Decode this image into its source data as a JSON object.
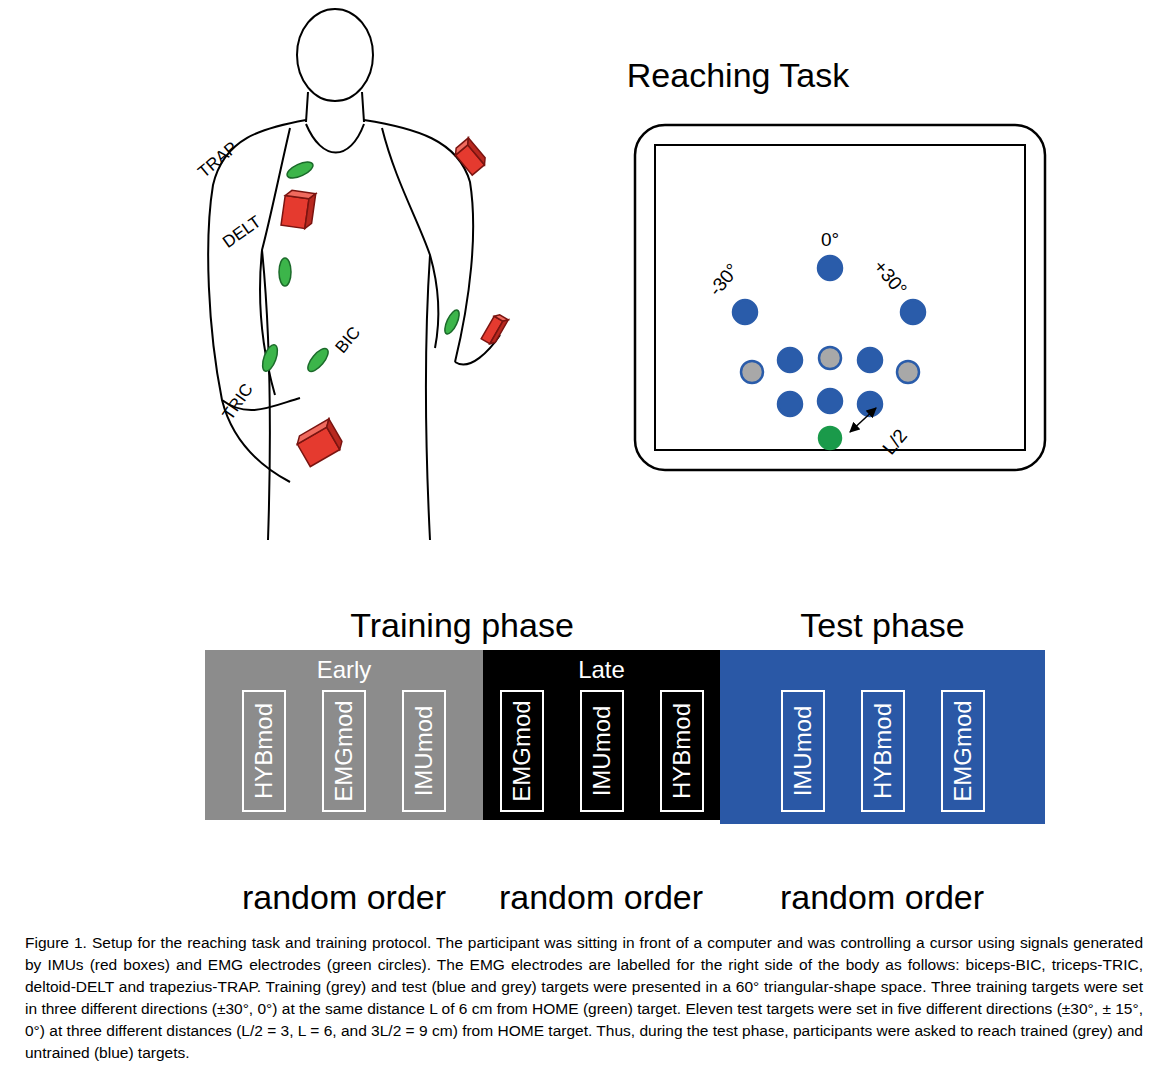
{
  "diagram": {
    "caption": "Figure 1. Setup for the reaching task and training protocol. The participant was sitting in front of a computer and was controlling a cursor using signals generated by IMUs (red boxes) and EMG electrodes (green circles). The EMG electrodes are labelled for the right side of the body as follows: biceps-BIC, triceps-TRIC, deltoid-DELT and trapezius-TRAP. Training (grey) and test (blue and grey) targets were presented in a 60° triangular-shape space. Three training targets were set in three different directions (±30°, 0°) at the same distance L of 6 cm from HOME (green) target. Eleven test targets were set in five different directions (±30°, ± 15°, 0°) at three different distances (L/2 = 3, L = 6, and 3L/2 = 9 cm) from HOME target. Thus, during the test phase, participants were asked to reach trained (grey) and untrained (blue) targets.",
    "nodes": [
      {
        "text": [
          "Early"
        ]
      },
      {
        "text": [
          "HYBmod"
        ],
        "in": 0
      },
      {
        "text": [
          "EMGmod"
        ],
        "in": 0
      },
      {
        "text": [
          "IMUmod"
        ],
        "in": 0
      },
      {
        "text": [
          "Late"
        ]
      },
      {
        "text": [
          "EMGmod"
        ],
        "in": 4
      },
      {
        "text": [
          "IMUmod"
        ],
        "in": 4
      },
      {
        "text": [
          "HYBmod"
        ],
        "in": 4
      },
      {
        "text": [
          "Test phase"
        ]
      },
      {
        "text": [
          "IMUmod"
        ],
        "in": 8
      },
      {
        "text": [
          "HYBmod"
        ],
        "in": 8
      },
      {
        "text": [
          "EMGmod"
        ],
        "in": 8
      }
    ],
    "labels": [
      "TRAP",
      "DELT",
      "TRIC",
      "BIC",
      "Reaching Task",
      "-30°",
      "0°",
      "+30°",
      "L/2",
      "Training phase",
      "random order",
      "random order",
      "random order"
    ]
  }
}
